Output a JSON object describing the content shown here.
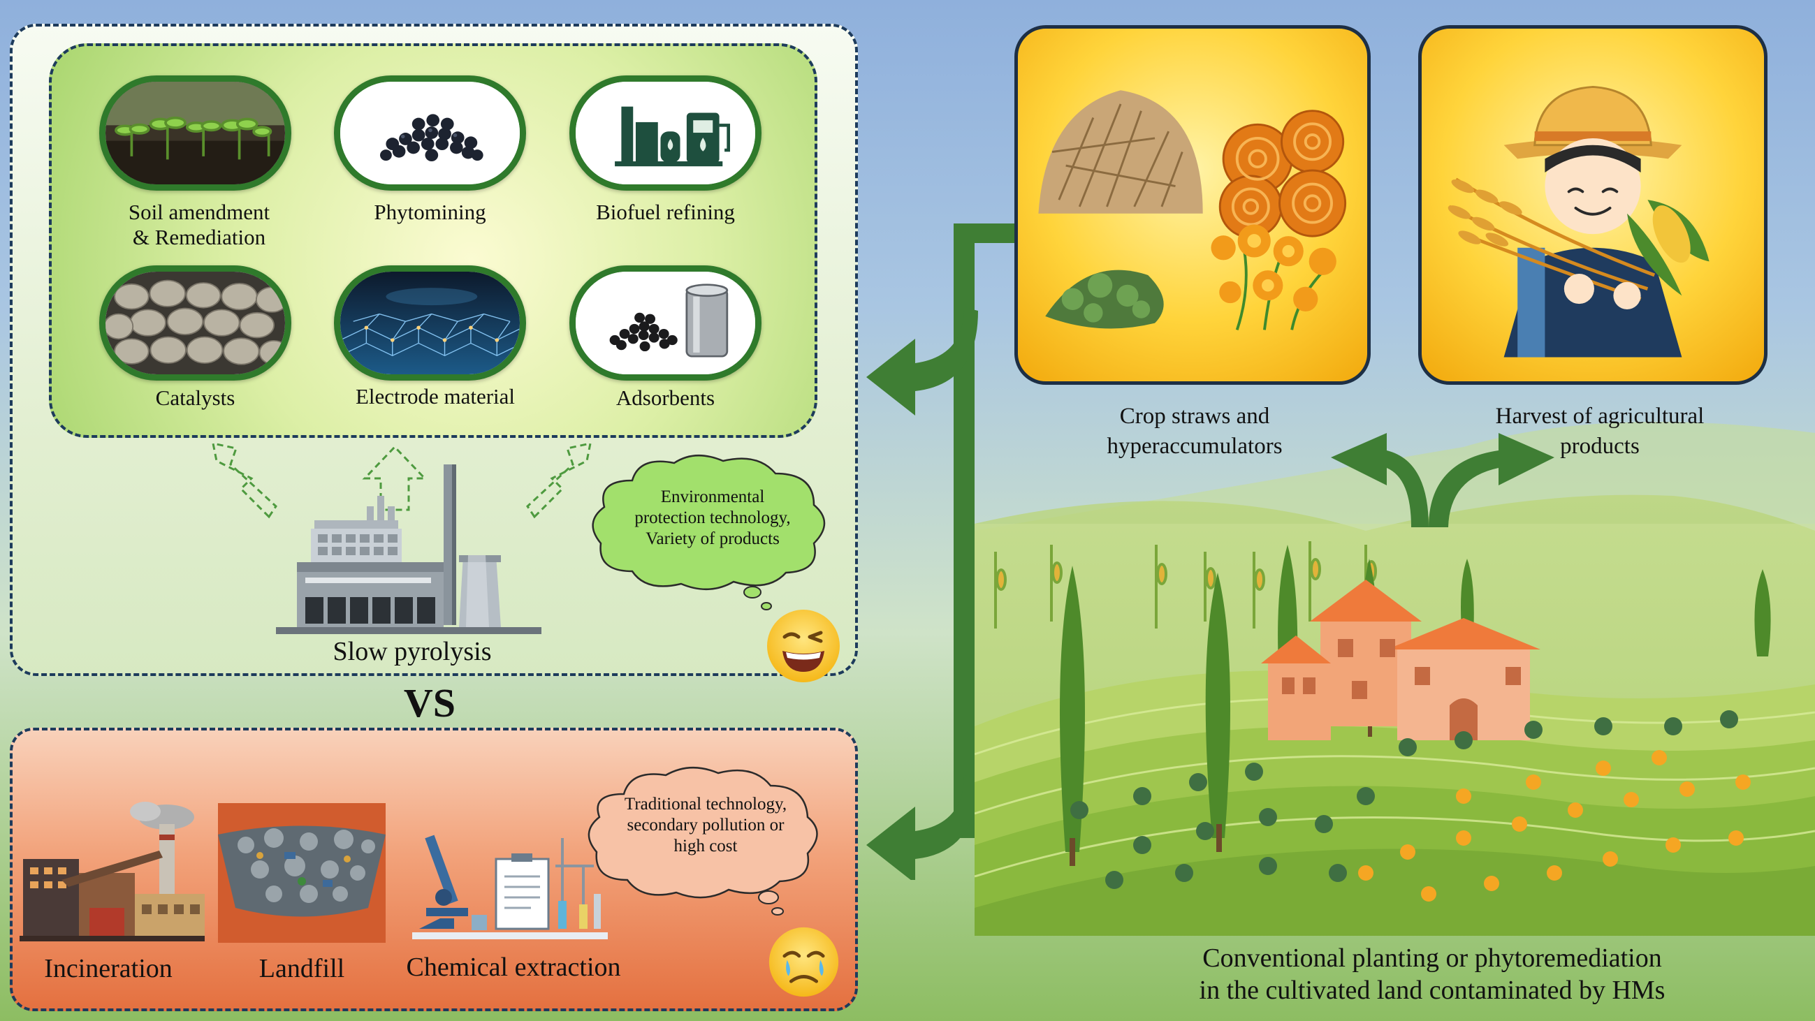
{
  "products": {
    "soil": "Soil amendment\n& Remediation",
    "phytomining": "Phytomining",
    "biofuel": "Biofuel refining",
    "catalysts": "Catalysts",
    "electrode": "Electrode material",
    "adsorbents": "Adsorbents"
  },
  "pyrolysis": {
    "label": "Slow pyrolysis",
    "thought": "Environmental\nprotection technology,\nVariety of products"
  },
  "versus": "VS",
  "traditional": {
    "incineration": "Incineration",
    "landfill": "Landfill",
    "chemical": "Chemical extraction",
    "thought": "Traditional technology,\nsecondary pollution or\nhigh cost"
  },
  "right": {
    "crop_label": "Crop straws and\nhyperaccumulators",
    "harvest_label": "Harvest of agricultural\nproducts",
    "field_caption": "Conventional planting or phytoremediation\nin the cultivated land contaminated by HMs"
  },
  "colors": {
    "arrow_green": "#3f7e34",
    "top_panel": "#e8f1d8",
    "bottom_panel": "#e9875a",
    "card_yellow": "#ffd43b",
    "dash_border": "#1d3b5c"
  }
}
